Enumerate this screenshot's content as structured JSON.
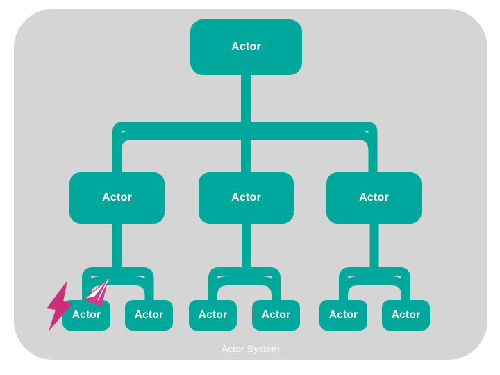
{
  "diagram": {
    "system_label": "Actor System",
    "root_label": "Actor",
    "level2_labels": [
      "Actor",
      "Actor",
      "Actor"
    ],
    "level3_labels": [
      "Actor",
      "Actor",
      "Actor",
      "Actor",
      "Actor",
      "Actor"
    ],
    "icons": {
      "lightning_bolt": "lightning-bolt-icon",
      "paper_plane": "paper-plane-icon"
    },
    "colors": {
      "teal": "#00A79B",
      "container-gray": "#D5D5D5",
      "page-white": "#FFFFFF",
      "icon-pink": "#CE2D78",
      "plane-pink": "#D03A86",
      "label-white": "#FFFFFF"
    }
  }
}
